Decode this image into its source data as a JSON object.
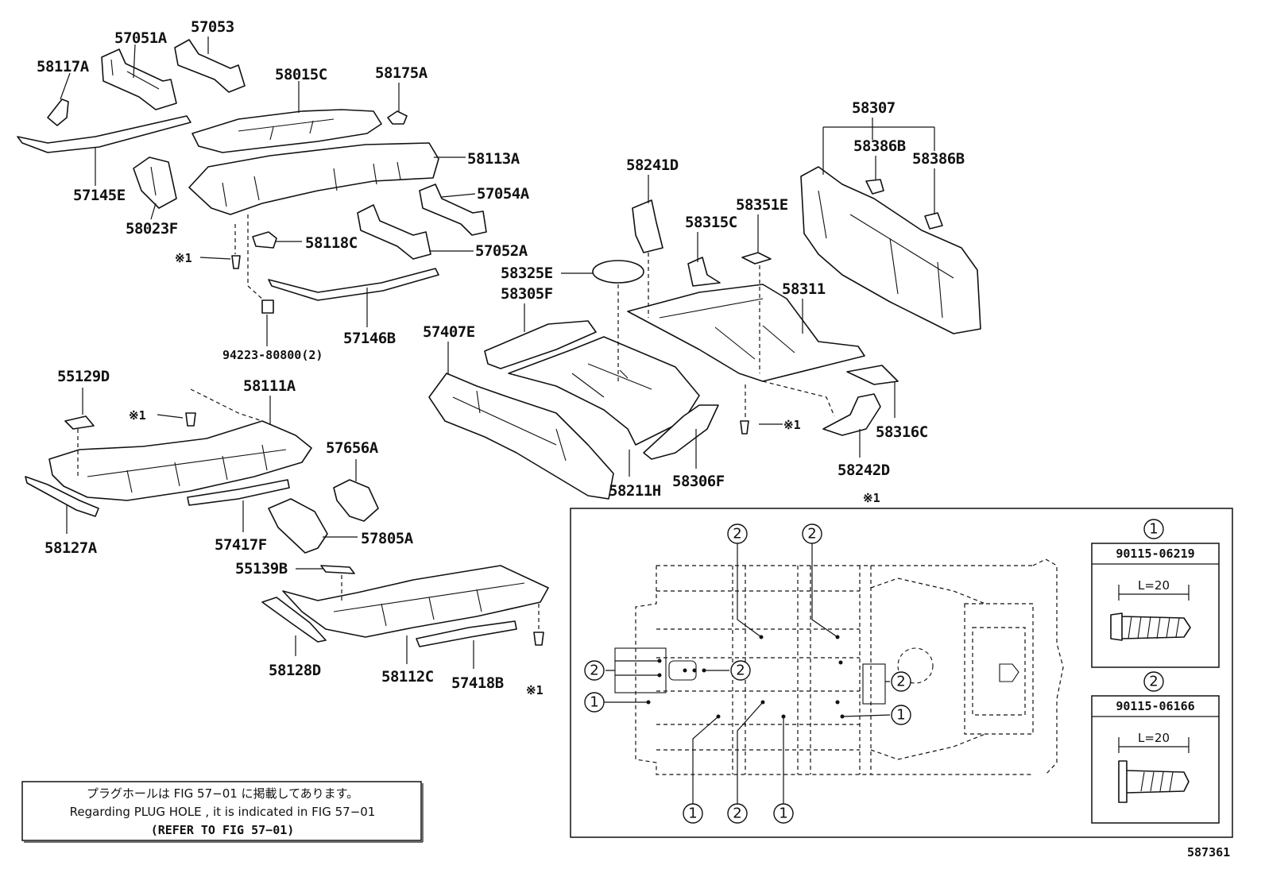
{
  "part_labels": [
    "58117A",
    "57051A",
    "57053",
    "58015C",
    "58175A",
    "58113A",
    "57145E",
    "58023F",
    "58118C",
    "57054A",
    "57052A",
    "94223-80800(2)",
    "57146B",
    "58307",
    "58386B",
    "58386B",
    "58241D",
    "58351E",
    "58315C",
    "58325E",
    "58305F",
    "58311",
    "57407E",
    "58316C",
    "58242D",
    "58211H",
    "58306F",
    "55129D",
    "58111A",
    "57656A",
    "58127A",
    "57417F",
    "57805A",
    "55139B",
    "58128D",
    "58112C",
    "57418B"
  ],
  "asterisk_marks": [
    "※1",
    "※1",
    "※1",
    "※1",
    "※1"
  ],
  "inset": {
    "callout_numbers": [
      "2",
      "2",
      "2",
      "2",
      "2",
      "1",
      "1",
      "1",
      "1",
      "1",
      "2"
    ],
    "fastener_1": {
      "id": "1",
      "part_number": "90115-06219",
      "length_label": "L=20"
    },
    "fastener_2": {
      "id": "2",
      "part_number": "90115-06166",
      "length_label": "L=20"
    }
  },
  "note": {
    "line_jp": "プラグホールは FIG 57−01 に掲載してあります。",
    "line_en": "Regarding PLUG HOLE , it is indicated in FIG 57−01",
    "line_ref": "(REFER TO FIG 57−01)"
  },
  "figure_number": "587361"
}
